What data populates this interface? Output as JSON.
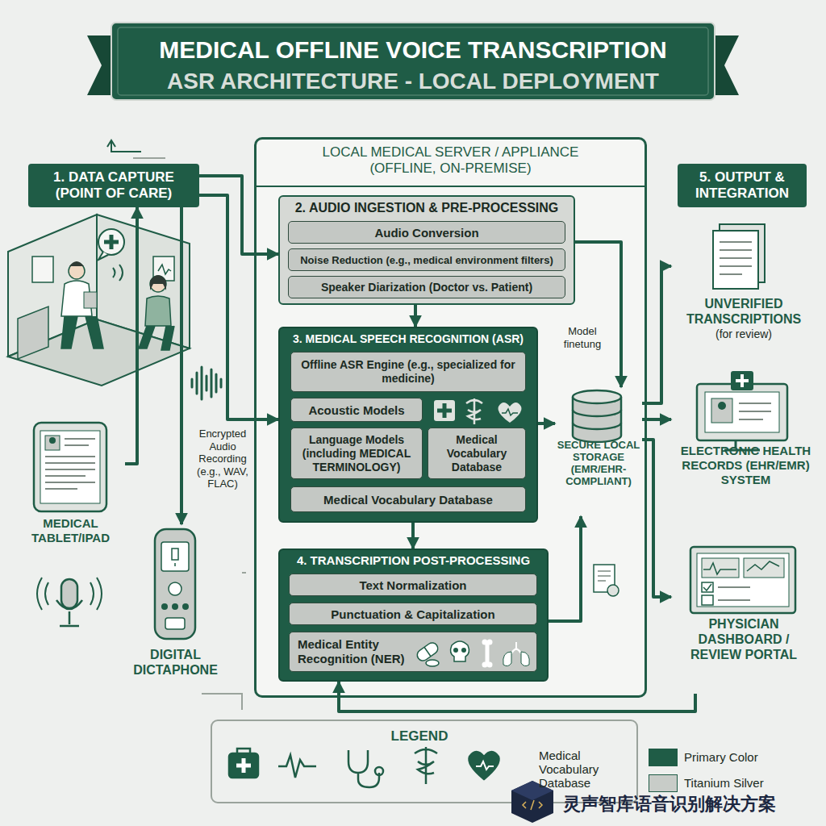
{
  "diagram": {
    "title": "MEDICAL OFFLINE VOICE TRANSCRIPTION",
    "nodes": [
      {
        "text": [
          "1. DATA CAPTURE (POINT OF CARE)"
        ]
      },
      {
        "text": [
          "LOCAL MEDICAL SERVER / APPLIANCE (OFFLINE, ON-PREMISE)"
        ]
      },
      {
        "text": [
          "2. AUDIO INGESTION & PRE-PROCESSING"
        ],
        "in": 1
      },
      {
        "text": [
          "Audio Conversion"
        ],
        "in": 2
      },
      {
        "text": [
          "Noise Reduction (e.g., medical environment filters)"
        ],
        "in": 2
      },
      {
        "text": [
          "Speaker Diarization (Doctor vs. Patient)"
        ],
        "in": 2
      },
      {
        "text": [
          "3. MEDICAL SPEECH RECOGNITION (ASR)"
        ],
        "in": 1
      },
      {
        "text": [
          "Offline ASR Engine (e.g., specialized for medicine)"
        ],
        "in": 6
      },
      {
        "text": [
          "Acoustic Models"
        ],
        "in": 6
      },
      {
        "text": [
          "Language Models (including MEDICAL TERMINOLOGY)"
        ],
        "in": 6
      },
      {
        "text": [
          "Medical Vocabulary Database"
        ],
        "in": 6
      },
      {
        "text": [
          "Medical Vocabulary Database"
        ],
        "in": 6
      },
      {
        "text": [
          "4. TRANSCRIPTION POST-PROCESSING"
        ],
        "in": 1
      },
      {
        "text": [
          "Text Normalization"
        ],
        "in": 12
      },
      {
        "text": [
          "Punctuation & Capitalization"
        ],
        "in": 12
      },
      {
        "text": [
          "Medical Entity Recognition (NER)"
        ],
        "in": 12
      },
      {
        "text": [
          "SECURE LOCAL STORAGE (EMR/EHR-COMPLIANT)"
        ],
        "in": 1
      },
      {
        "text": [
          "5. OUTPUT & INTEGRATION"
        ]
      },
      {
        "text": [
          "UNVERIFIED TRANSCRIPTIONS",
          "(for review)"
        ]
      },
      {
        "text": [
          "ELECTRONIC HEALTH RECORDS (EHR/EMR) SYSTEM"
        ]
      },
      {
        "text": [
          "PHYSICIAN DASHBOARD / REVIEW PORTAL"
        ]
      },
      {
        "text": [
          "MEDICAL TABLET/IPAD"
        ]
      },
      {
        "text": [
          "DIGITAL DICTAPHONE"
        ]
      }
    ],
    "edges": [
      {
        "from": 0,
        "to": 2,
        "arrow": "to"
      },
      {
        "from": 0,
        "to": 6,
        "arrow": "to"
      },
      {
        "from": 21,
        "to": 0,
        "arrow": "to"
      },
      {
        "from": 0,
        "to": 22,
        "arrow": "to"
      },
      {
        "from": 2,
        "to": 6,
        "arrow": "to"
      },
      {
        "from": 6,
        "to": 12,
        "arrow": "to"
      },
      {
        "from": 6,
        "to": 16,
        "arrow": "to"
      },
      {
        "from": 2,
        "to": 16,
        "arrow": "to"
      },
      {
        "from": 12,
        "to": 16,
        "arrow": "to"
      },
      {
        "from": 16,
        "to": 18,
        "arrow": "to"
      },
      {
        "from": 16,
        "to": 19,
        "arrow": "to"
      },
      {
        "from": 16,
        "to": 20,
        "arrow": "to"
      },
      {
        "from": 20,
        "to": 12,
        "arrow": "to"
      }
    ],
    "labels": [
      "ASR ARCHITECTURE - LOCAL DEPLOYMENT",
      "Encrypted Audio Recording (e.g., WAV, FLAC)",
      "Model finetung",
      "LEGEND",
      "灵声智库语音识别解决方案"
    ],
    "legend": [
      {
        "text": "Medical Vocabulary Database"
      },
      {
        "text": "Primary Color",
        "color": "#1f5c46"
      },
      {
        "text": "Titanium Silver",
        "color": "#c8ccc8"
      }
    ]
  }
}
